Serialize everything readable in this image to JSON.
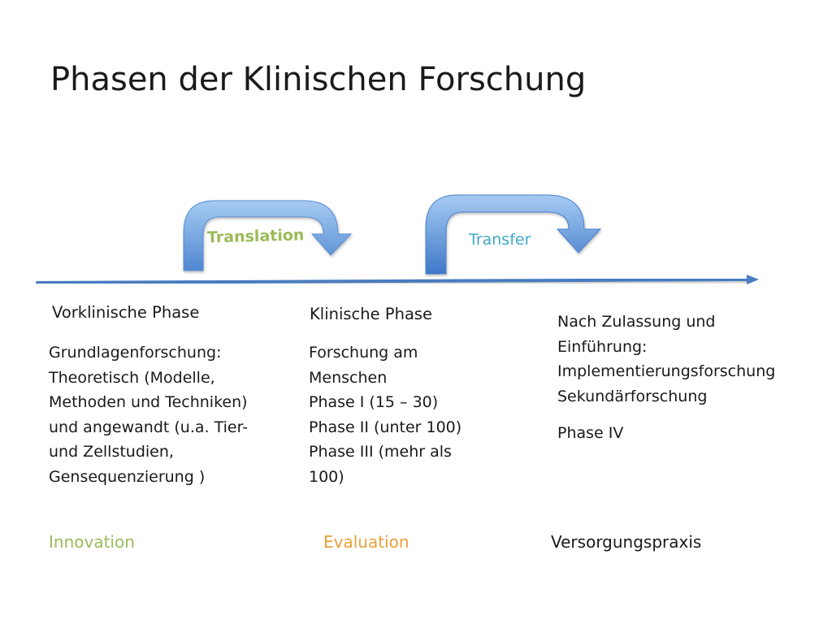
{
  "title": "Phasen der Klinischen Forschung",
  "arrows": {
    "translation": "Translation",
    "transfer": "Transfer"
  },
  "columns": [
    {
      "heading": "Vorklinische Phase",
      "lines": [
        "Grundlagenforschung:",
        "Theoretisch (Modelle,",
        "Methoden und Techniken)",
        "und angewandt (u.a. Tier-",
        "und Zellstudien,",
        "Gensequenzierung )"
      ],
      "footer": "Innovation"
    },
    {
      "heading": "Klinische  Phase",
      "lines": [
        "Forschung am",
        "Menschen",
        "Phase I (15 – 30)",
        "Phase II (unter 100)",
        "Phase III (mehr als",
        "100)"
      ],
      "footer": "Evaluation"
    },
    {
      "heading_lines": [
        "Nach Zulassung und",
        "Einführung:",
        "Implementierungsforschung",
        "Sekundärforschung"
      ],
      "phase": "Phase IV",
      "footer": "Versorgungspraxis"
    }
  ],
  "colors": {
    "timeline": "#4a7cc0",
    "arrow_light": "#9dc3ee",
    "arrow_dark": "#3f78c8",
    "translation": "#9bbb59",
    "transfer": "#3fa9c9",
    "innovation": "#9bbb59",
    "evaluation": "#e8a13a",
    "versorgung": "#1a1a1a"
  }
}
